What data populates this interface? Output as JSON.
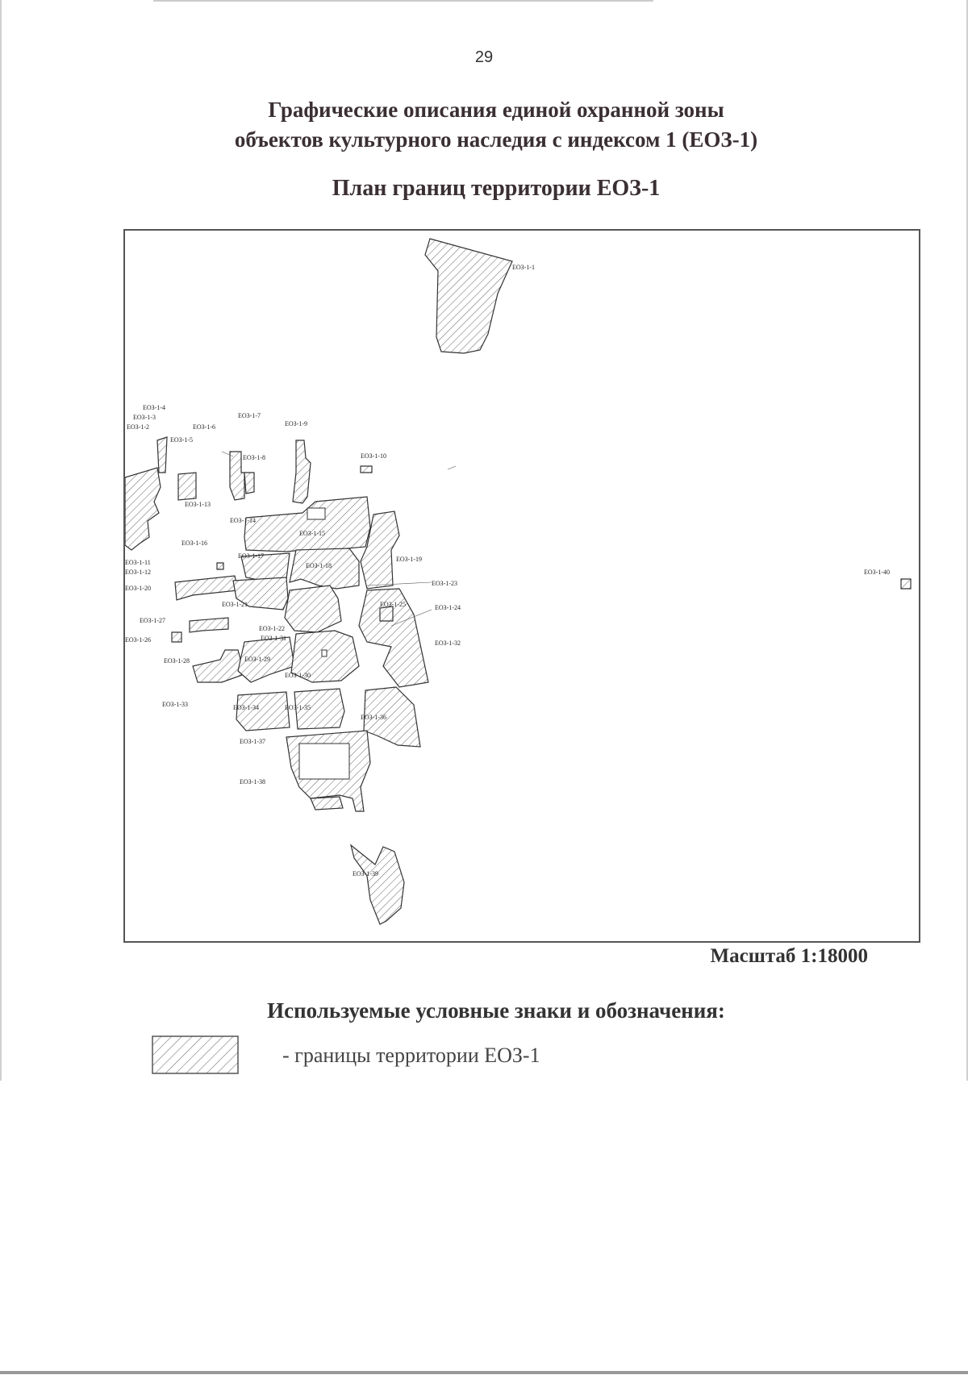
{
  "page_number": "29",
  "title_line1": "Графические описания единой охранной зоны",
  "title_line2": "объектов культурного наследия с индексом 1 (ЕОЗ-1)",
  "subtitle": "План границ территории ЕОЗ-1",
  "scale": "Масштаб 1:18000",
  "legend": {
    "heading": "Используемые условные знаки и обозначения:",
    "item_text": "- границы территории ЕОЗ-1"
  },
  "zone_labels": {
    "z1": "ЕОЗ-1-1",
    "z2": "ЕОЗ-1-2",
    "z3": "ЕОЗ-1-3",
    "z4": "ЕОЗ-1-4",
    "z5": "ЕОЗ-1-5",
    "z6": "ЕОЗ-1-6",
    "z7": "ЕОЗ-1-7",
    "z8": "ЕОЗ-1-8",
    "z9": "ЕОЗ-1-9",
    "z10": "ЕОЗ-1-10",
    "z11": "ЕОЗ-1-11",
    "z12": "ЕОЗ-1-12",
    "z13": "ЕОЗ-1-13",
    "z14": "ЕОЗ-1-14",
    "z15": "ЕОЗ-1-15",
    "z16": "ЕОЗ-1-16",
    "z17": "ЕОЗ-1-17",
    "z18": "ЕОЗ-1-18",
    "z19": "ЕОЗ-1-19",
    "z20": "ЕОЗ-1-20",
    "z21": "ЕОЗ-1-21",
    "z22": "ЕОЗ-1-22",
    "z23": "ЕОЗ-1-23",
    "z24": "ЕОЗ-1-24",
    "z25": "ЕОЗ-1-25",
    "z26": "ЕОЗ-1-26",
    "z27": "ЕОЗ-1-27",
    "z28": "ЕОЗ-1-28",
    "z29": "ЕОЗ-1-29",
    "z30": "ЕОЗ-1-30",
    "z31": "ЕОЗ-1-31",
    "z32": "ЕОЗ-1-32",
    "z33": "ЕОЗ-1-33",
    "z34": "ЕОЗ-1-34",
    "z35": "ЕОЗ-1-35",
    "z36": "ЕОЗ-1-36",
    "z37": "ЕОЗ-1-37",
    "z38": "ЕОЗ-1-38",
    "z39": "ЕОЗ-1-39",
    "z40": "ЕОЗ-1-40"
  }
}
